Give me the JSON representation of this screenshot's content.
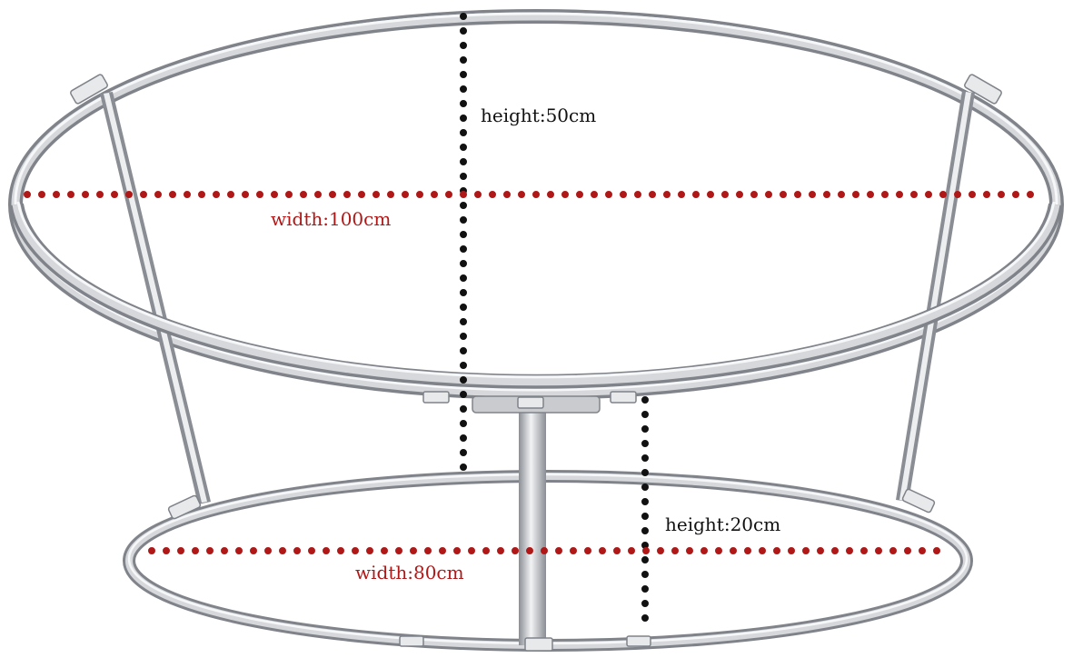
{
  "image": {
    "subject": "chair-frame",
    "background_color": "#ffffff",
    "metal_color": "#bfc2c6",
    "metal_highlight": "#f3f4f6",
    "metal_shadow": "#7c8086"
  },
  "dimensions": {
    "top_height": {
      "label": "height:50cm",
      "color": "#111111"
    },
    "top_width": {
      "label": "width:100cm",
      "color": "#b01818"
    },
    "base_height": {
      "label": "height:20cm",
      "color": "#111111"
    },
    "base_width": {
      "label": "width:80cm",
      "color": "#b01818"
    }
  }
}
